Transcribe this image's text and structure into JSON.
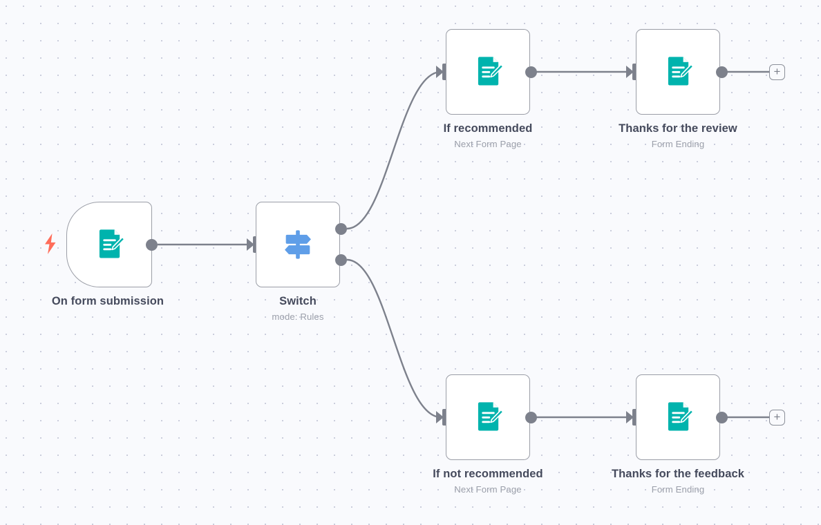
{
  "canvas": {
    "background_color": "#f9fafd",
    "grid_dot_color": "#c9ccdb",
    "grid_spacing": 25
  },
  "theme": {
    "node_border": "#9a9da6",
    "node_fill": "#ffffff",
    "connector": "#7d818c",
    "title_color": "#454a5c",
    "subtitle_color": "#9a9ea9",
    "form_icon_color": "#00b3ad",
    "switch_icon_color": "#5f9ee8",
    "trigger_bolt_color": "#ff6d5a"
  },
  "nodes": [
    {
      "id": "on-form-submission",
      "title": "On form submission",
      "subtitle": "",
      "icon": "form-document-pencil-icon",
      "type": "trigger"
    },
    {
      "id": "switch",
      "title": "Switch",
      "subtitle": "mode: Rules",
      "icon": "signpost-icon",
      "type": "switch"
    },
    {
      "id": "if-recommended",
      "title": "If recommended",
      "subtitle": "Next Form Page",
      "icon": "form-document-pencil-icon",
      "type": "action"
    },
    {
      "id": "thanks-for-the-review",
      "title": "Thanks for the review",
      "subtitle": "Form Ending",
      "icon": "form-document-pencil-icon",
      "type": "action"
    },
    {
      "id": "if-not-recommended",
      "title": "If not recommended",
      "subtitle": "Next Form Page",
      "icon": "form-document-pencil-icon",
      "type": "action"
    },
    {
      "id": "thanks-for-the-feedback",
      "title": "Thanks for the feedback",
      "subtitle": "Form Ending",
      "icon": "form-document-pencil-icon",
      "type": "action"
    }
  ],
  "add_buttons": [
    {
      "id": "add-node-top",
      "label": "+"
    },
    {
      "id": "add-node-bottom",
      "label": "+"
    }
  ]
}
